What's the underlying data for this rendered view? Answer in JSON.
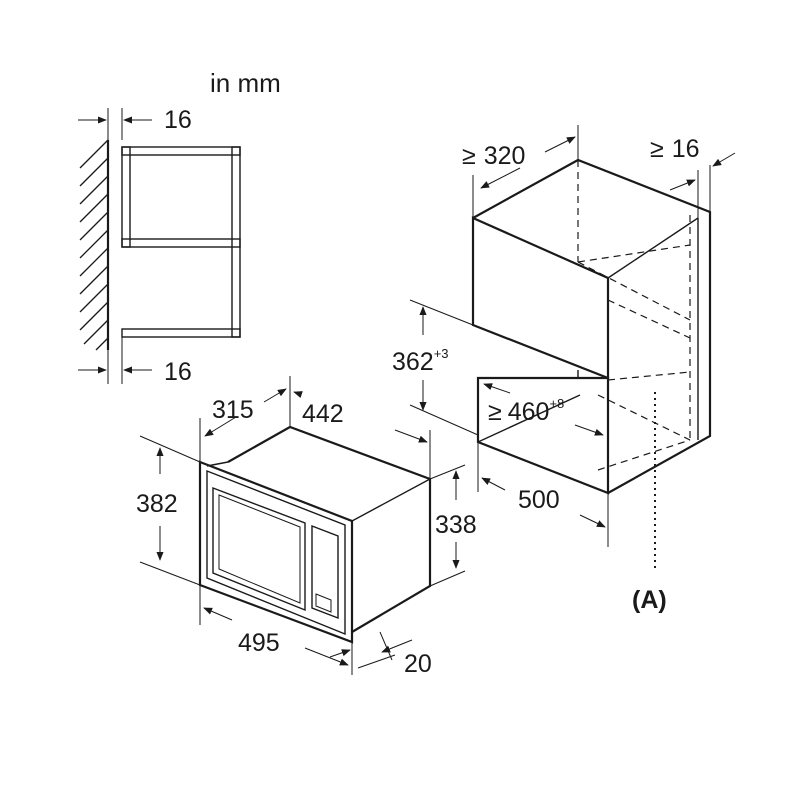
{
  "unit_label": "in mm",
  "wall_detail": {
    "gap_top": "16",
    "gap_bottom": "16"
  },
  "microwave": {
    "depth": "315",
    "width": "442",
    "height": "382",
    "inner_height": "338",
    "front_width": "495",
    "frame_depth": "20"
  },
  "cabinet": {
    "min_depth_prefix": "≥",
    "min_depth": "320",
    "side_gap_prefix": "≥",
    "side_gap": "16",
    "opening_height": "362",
    "opening_height_tolerance": "+3",
    "opening_width_prefix": "≥",
    "opening_width": "460",
    "opening_width_tolerance": "+8",
    "depth": "500",
    "callout": "(A)"
  }
}
